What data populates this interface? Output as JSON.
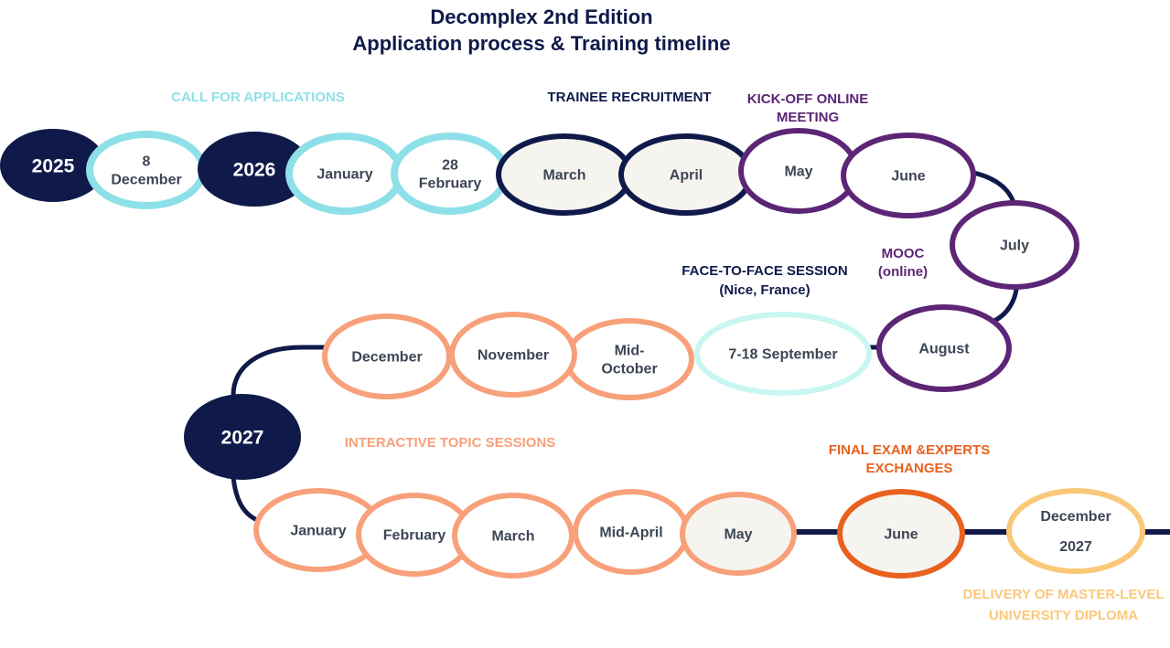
{
  "title": {
    "line1": "Decomplex 2nd Edition",
    "line2": "Application process & Training timeline"
  },
  "labels": {
    "call_for_applications": "CALL FOR APPLICATIONS",
    "trainee_recruitment": "TRAINEE RECRUITMENT",
    "kickoff_line1": "KICK-OFF ONLINE",
    "kickoff_line2": "MEETING",
    "mooc_line1": "MOOC",
    "mooc_line2": "(online)",
    "face_line1": "FACE-TO-FACE SESSION",
    "face_line2": "(Nice, France)",
    "interactive": "INTERACTIVE TOPIC SESSIONS",
    "final_line1": "FINAL EXAM &EXPERTS",
    "final_line2": "EXCHANGES",
    "delivery_line1": "DELIVERY OF MASTER-LEVEL",
    "delivery_line2": "UNIVERSITY DIPLOMA"
  },
  "colors": {
    "navy": "#0f1a4a",
    "cyan": "#8ee0e8",
    "light_cyan": "#c8f6f0",
    "purple": "#5c2575",
    "salmon": "#f7a07a",
    "orange": "#e8611f",
    "gold": "#fbc87a",
    "cream": "#f6f4ef",
    "text_gray": "#3d4656"
  },
  "nodes": [
    {
      "name": "year-2025",
      "lines": [
        "2025"
      ],
      "style": "year"
    },
    {
      "name": "december-8",
      "lines": [
        "8",
        "December"
      ],
      "style": "cyan"
    },
    {
      "name": "year-2026",
      "lines": [
        "2026"
      ],
      "style": "year"
    },
    {
      "name": "january-2026",
      "lines": [
        "January"
      ],
      "style": "cyan"
    },
    {
      "name": "february-28",
      "lines": [
        "28",
        "February"
      ],
      "style": "cyan"
    },
    {
      "name": "march-2026",
      "lines": [
        "March"
      ],
      "style": "navy"
    },
    {
      "name": "april-2026",
      "lines": [
        "April"
      ],
      "style": "navy"
    },
    {
      "name": "may-2026",
      "lines": [
        "May"
      ],
      "style": "purple"
    },
    {
      "name": "june-2026",
      "lines": [
        "June"
      ],
      "style": "purple"
    },
    {
      "name": "july-2026",
      "lines": [
        "July"
      ],
      "style": "purple"
    },
    {
      "name": "august-2026",
      "lines": [
        "August"
      ],
      "style": "purple"
    },
    {
      "name": "september-7-18",
      "lines": [
        "7-18 September"
      ],
      "style": "lightcyan"
    },
    {
      "name": "mid-october-2026",
      "lines": [
        "Mid-",
        "October"
      ],
      "style": "salmon"
    },
    {
      "name": "november-2026",
      "lines": [
        "November"
      ],
      "style": "salmon"
    },
    {
      "name": "december-2026",
      "lines": [
        "December"
      ],
      "style": "salmon"
    },
    {
      "name": "year-2027",
      "lines": [
        "2027"
      ],
      "style": "year"
    },
    {
      "name": "january-2027",
      "lines": [
        "January"
      ],
      "style": "salmon"
    },
    {
      "name": "february-2027",
      "lines": [
        "February"
      ],
      "style": "salmon"
    },
    {
      "name": "march-2027",
      "lines": [
        "March"
      ],
      "style": "salmon"
    },
    {
      "name": "mid-april-2027",
      "lines": [
        "Mid-April"
      ],
      "style": "salmon"
    },
    {
      "name": "may-2027",
      "lines": [
        "May"
      ],
      "style": "salmon-cream"
    },
    {
      "name": "june-2027",
      "lines": [
        "June"
      ],
      "style": "orange"
    },
    {
      "name": "december-2027",
      "lines": [
        "December",
        "2027"
      ],
      "style": "gold"
    }
  ]
}
